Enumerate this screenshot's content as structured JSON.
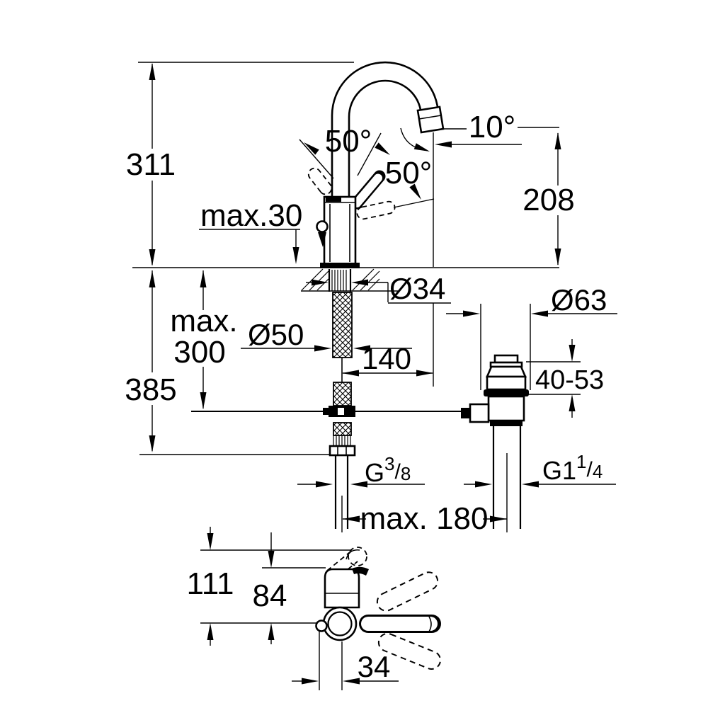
{
  "drawing": {
    "labels": {
      "overall_height": "311",
      "deck_thickness_max": "max.30",
      "handle_swing_left": "50°",
      "handle_swing_right": "50°",
      "spout_outlet_angle": "10°",
      "spout_outlet_height": "208",
      "shank_diameter": "Ø34",
      "base_hole_diameter": "Ø50",
      "waste_flange_diameter": "Ø63",
      "hose_depth_word": "max.",
      "hose_depth_value": "300",
      "overall_depth_below": "385",
      "spout_reach": "140",
      "waste_clamp_range": "40-53",
      "pipe_distance": "max. 180",
      "top_view_reach_total": "111",
      "top_view_reach_outlet": "84",
      "rod_offset": "34",
      "supply_thread": {
        "main": "G",
        "sup": "3",
        "slash": "/",
        "sub": "8"
      },
      "waste_thread": {
        "main": "G1",
        "sup": "1",
        "slash": "/",
        "sub": "4"
      }
    },
    "colors": {
      "line": "#000000",
      "background": "#ffffff"
    }
  }
}
